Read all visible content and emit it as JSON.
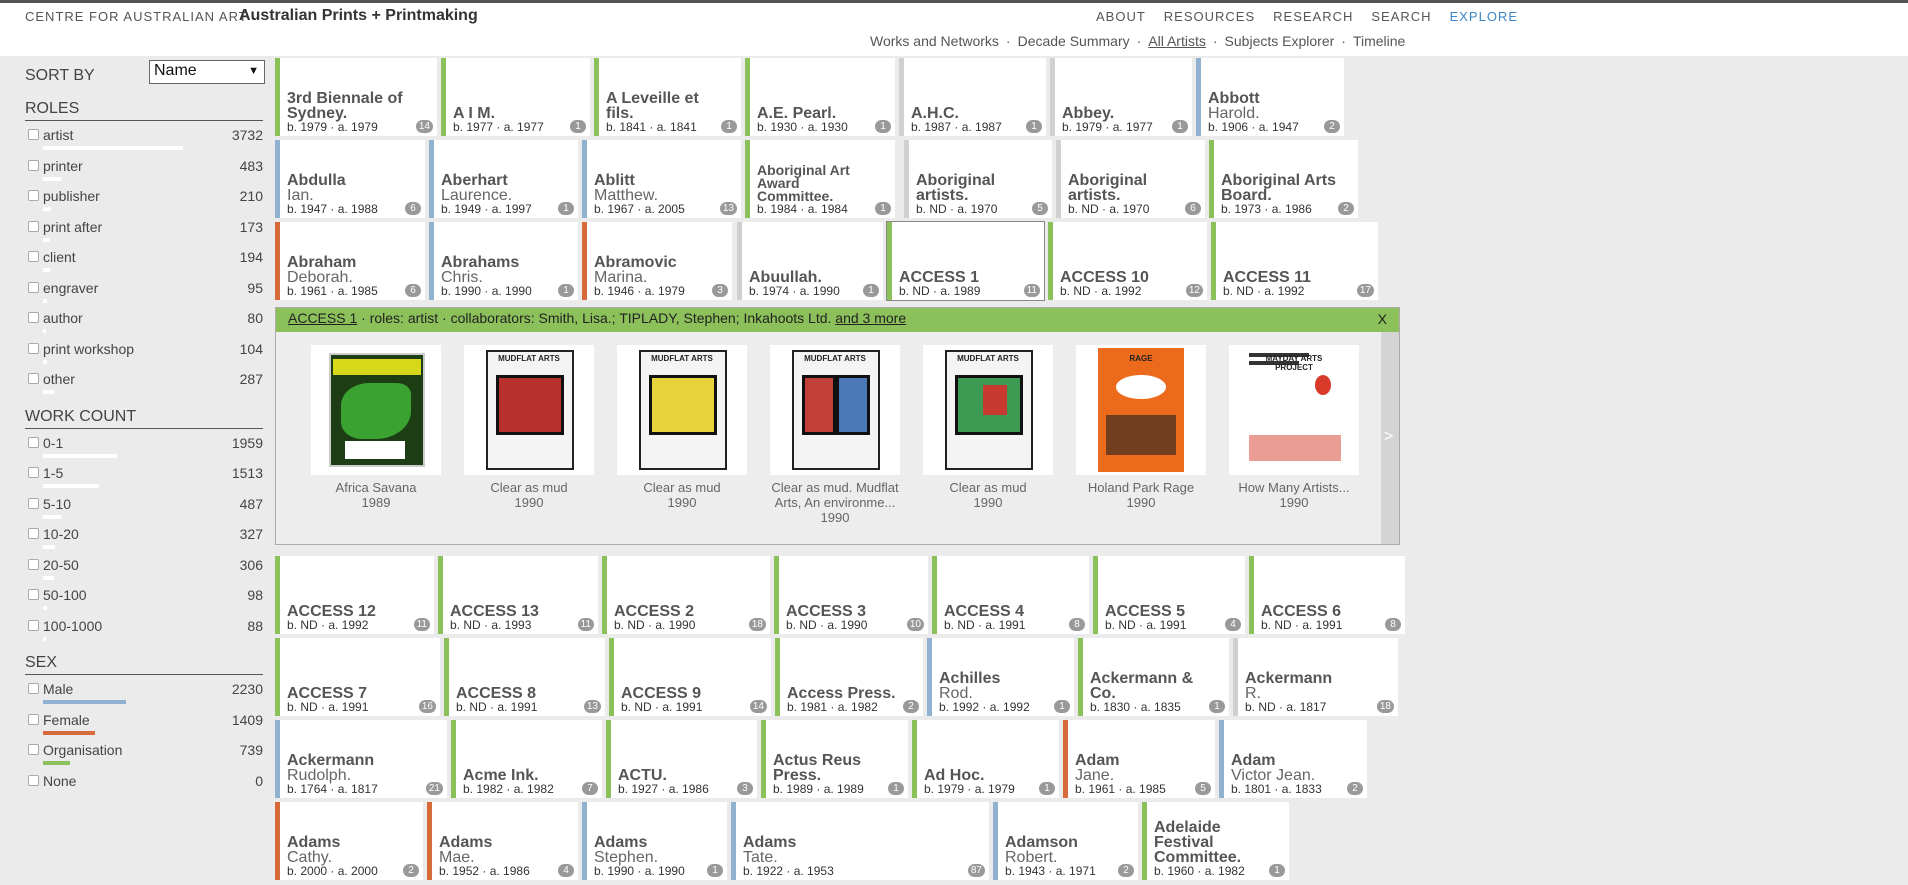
{
  "header": {
    "site": "CENTRE FOR AUSTRALIAN ART",
    "title": "Australian Prints + Printmaking",
    "nav": [
      "ABOUT",
      "RESOURCES",
      "RESEARCH",
      "SEARCH",
      "EXPLORE"
    ],
    "subnav": [
      "Works and Networks",
      "Decade Summary",
      "All Artists",
      "Subjects Explorer",
      "Timeline"
    ]
  },
  "sidebar": {
    "sort_label": "SORT BY",
    "sort_value": "Name",
    "roles": {
      "title": "ROLES",
      "items": [
        {
          "label": "artist",
          "count": "3732",
          "frac": 0.62
        },
        {
          "label": "printer",
          "count": "483",
          "frac": 0.08
        },
        {
          "label": "publisher",
          "count": "210",
          "frac": 0.035
        },
        {
          "label": "print after",
          "count": "173",
          "frac": 0.03
        },
        {
          "label": "client",
          "count": "194",
          "frac": 0.032
        },
        {
          "label": "engraver",
          "count": "95",
          "frac": 0.016
        },
        {
          "label": "author",
          "count": "80",
          "frac": 0.013
        },
        {
          "label": "print workshop",
          "count": "104",
          "frac": 0.017
        },
        {
          "label": "other",
          "count": "287",
          "frac": 0.048
        }
      ]
    },
    "work_count": {
      "title": "WORK COUNT",
      "items": [
        {
          "label": "0-1",
          "count": "1959",
          "frac": 0.33
        },
        {
          "label": "1-5",
          "count": "1513",
          "frac": 0.25
        },
        {
          "label": "5-10",
          "count": "487",
          "frac": 0.08
        },
        {
          "label": "10-20",
          "count": "327",
          "frac": 0.055
        },
        {
          "label": "20-50",
          "count": "306",
          "frac": 0.05
        },
        {
          "label": "50-100",
          "count": "98",
          "frac": 0.016
        },
        {
          "label": "100-1000",
          "count": "88",
          "frac": 0.015
        }
      ]
    },
    "sex": {
      "title": "SEX",
      "items": [
        {
          "label": "Male",
          "count": "2230",
          "frac": 0.37,
          "color": "#90b2d0"
        },
        {
          "label": "Female",
          "count": "1409",
          "frac": 0.23,
          "color": "#d66a3a"
        },
        {
          "label": "Organisation",
          "count": "739",
          "frac": 0.12,
          "color": "#8cc05a"
        },
        {
          "label": "None",
          "count": "0",
          "frac": 0,
          "color": "#cccccc"
        }
      ]
    }
  },
  "colors": {
    "male": "#90b2d0",
    "female": "#d66a3a",
    "organisation": "#8cc05a",
    "none": "#d0d0d0",
    "explore": "#3a86c8"
  },
  "artists_top": [
    {
      "name": [
        "3rd Biennale of",
        "Sydney."
      ],
      "dates": "b. 1979 · a. 1979",
      "count": "14",
      "sex": "o"
    },
    {
      "name": [
        "A I M."
      ],
      "dates": "b. 1977 · a. 1977",
      "count": "1",
      "sex": "o"
    },
    {
      "name": [
        "A Leveille et",
        "fils."
      ],
      "dates": "b. 1841 · a. 1841",
      "count": "1",
      "sex": "o"
    },
    {
      "name": [
        "A.E. Pearl."
      ],
      "dates": "b. 1930 · a. 1930",
      "count": "1",
      "sex": "o"
    },
    {
      "name": [
        "A.H.C."
      ],
      "dates": "b. 1987 · a. 1987",
      "count": "1",
      "sex": "n"
    },
    {
      "name": [
        "Abbey."
      ],
      "dates": "b. 1979 · a. 1977",
      "count": "1",
      "sex": "n"
    },
    {
      "name": [
        "Abbott"
      ],
      "given": "Harold.",
      "dates": "b. 1906 · a. 1947",
      "count": "2",
      "sex": "m"
    },
    {
      "name": [
        "Abdulla"
      ],
      "given": "Ian.",
      "dates": "b. 1947 · a. 1988",
      "count": "6",
      "sex": "m"
    },
    {
      "name": [
        "Aberhart"
      ],
      "given": "Laurence.",
      "dates": "b. 1949 · a. 1997",
      "count": "1",
      "sex": "m"
    },
    {
      "name": [
        "Ablitt"
      ],
      "given": "Matthew.",
      "dates": "b. 1967 · a. 2005",
      "count": "13",
      "sex": "m"
    },
    {
      "name": [
        "Aboriginal Art",
        "Award",
        "Committee."
      ],
      "dates": "b. 1984 · a. 1984",
      "count": "1",
      "sex": "o",
      "small": true
    },
    {
      "name": [
        "Aboriginal",
        "artists."
      ],
      "dates": "b. ND · a. 1970",
      "count": "5",
      "sex": "n"
    },
    {
      "name": [
        "Aboriginal",
        "artists."
      ],
      "dates": "b. ND · a. 1970",
      "count": "6",
      "sex": "n"
    },
    {
      "name": [
        "Aboriginal Arts",
        "Board."
      ],
      "dates": "b. 1973 · a. 1986",
      "count": "2",
      "sex": "o"
    },
    {
      "name": [
        "Abraham"
      ],
      "given": "Deborah.",
      "dates": "b. 1961 · a. 1985",
      "count": "6",
      "sex": "f"
    },
    {
      "name": [
        "Abrahams"
      ],
      "given": "Chris.",
      "dates": "b. 1990 · a. 1990",
      "count": "1",
      "sex": "m"
    },
    {
      "name": [
        "Abramovic"
      ],
      "given": "Marina.",
      "dates": "b. 1946 · a. 1979",
      "count": "3",
      "sex": "f"
    },
    {
      "name": [
        "Abuullah."
      ],
      "dates": "b. 1974 · a. 1990",
      "count": "1",
      "sex": "n"
    },
    {
      "name": [
        "ACCESS 1"
      ],
      "dates": "b. ND · a. 1989",
      "count": "11",
      "sex": "o",
      "selected": true
    },
    {
      "name": [
        "ACCESS 10"
      ],
      "dates": "b. ND · a. 1992",
      "count": "12",
      "sex": "o"
    },
    {
      "name": [
        "ACCESS 11"
      ],
      "dates": "b. ND · a. 1992",
      "count": "17",
      "sex": "o"
    }
  ],
  "detail": {
    "name": "ACCESS 1",
    "info": " · roles: artist · collaborators: Smith, Lisa.; TIPLADY, Stephen; Inkahoots Ltd. ",
    "more": "and 3 more",
    "close": "X",
    "next": ">",
    "works": [
      {
        "title": "Africa Savana",
        "year": "1989",
        "style": "savana"
      },
      {
        "title": "Clear as mud",
        "year": "1990",
        "style": "red",
        "thumb_text": "MUDFLAT ARTS"
      },
      {
        "title": "Clear as mud",
        "year": "1990",
        "style": "yellow",
        "thumb_text": "MUDFLAT ARTS"
      },
      {
        "title": "Clear as mud. Mudflat Arts, An environme...",
        "year": "1990",
        "style": "multi",
        "thumb_text": "MUDFLAT ARTS"
      },
      {
        "title": "Clear as mud",
        "year": "1990",
        "style": "green",
        "thumb_text": "MUDFLAT ARTS"
      },
      {
        "title": "Holand Park Rage",
        "year": "1990",
        "style": "orange",
        "thumb_text": "RAGE"
      },
      {
        "title": "How Many Artists...",
        "year": "1990",
        "style": "text",
        "thumb_text": "MAYDAY ARTS PROJECT"
      }
    ]
  },
  "artists_bottom": [
    {
      "name": [
        "ACCESS 12"
      ],
      "dates": "b. ND · a. 1992",
      "count": "11",
      "sex": "o"
    },
    {
      "name": [
        "ACCESS 13"
      ],
      "dates": "b. ND · a. 1993",
      "count": "11",
      "sex": "o"
    },
    {
      "name": [
        "ACCESS 2"
      ],
      "dates": "b. ND · a. 1990",
      "count": "18",
      "sex": "o"
    },
    {
      "name": [
        "ACCESS 3"
      ],
      "dates": "b. ND · a. 1990",
      "count": "10",
      "sex": "o"
    },
    {
      "name": [
        "ACCESS 4"
      ],
      "dates": "b. ND · a. 1991",
      "count": "8",
      "sex": "o"
    },
    {
      "name": [
        "ACCESS 5"
      ],
      "dates": "b. ND · a. 1991",
      "count": "4",
      "sex": "o"
    },
    {
      "name": [
        "ACCESS 6"
      ],
      "dates": "b. ND · a. 1991",
      "count": "8",
      "sex": "o"
    },
    {
      "name": [
        "ACCESS 7"
      ],
      "dates": "b. ND · a. 1991",
      "count": "16",
      "sex": "o"
    },
    {
      "name": [
        "ACCESS 8"
      ],
      "dates": "b. ND · a. 1991",
      "count": "13",
      "sex": "o"
    },
    {
      "name": [
        "ACCESS 9"
      ],
      "dates": "b. ND · a. 1991",
      "count": "14",
      "sex": "o"
    },
    {
      "name": [
        "Access Press."
      ],
      "dates": "b. 1981 · a. 1982",
      "count": "2",
      "sex": "o"
    },
    {
      "name": [
        "Achilles"
      ],
      "given": "Rod.",
      "dates": "b. 1992 · a. 1992",
      "count": "1",
      "sex": "m"
    },
    {
      "name": [
        "Ackermann &",
        "Co."
      ],
      "dates": "b. 1830 · a. 1835",
      "count": "1",
      "sex": "o"
    },
    {
      "name": [
        "Ackermann"
      ],
      "given": "R.",
      "dates": "b. ND · a. 1817",
      "count": "18",
      "sex": "n"
    },
    {
      "name": [
        "Ackermann"
      ],
      "given": "Rudolph.",
      "dates": "b. 1764 · a. 1817",
      "count": "21",
      "sex": "m"
    },
    {
      "name": [
        "Acme Ink."
      ],
      "dates": "b. 1982 · a. 1982",
      "count": "7",
      "sex": "o"
    },
    {
      "name": [
        "ACTU."
      ],
      "dates": "b. 1927 · a. 1986",
      "count": "3",
      "sex": "o"
    },
    {
      "name": [
        "Actus Reus",
        "Press."
      ],
      "dates": "b. 1989 · a. 1989",
      "count": "1",
      "sex": "o"
    },
    {
      "name": [
        "Ad Hoc."
      ],
      "dates": "b. 1979 · a. 1979",
      "count": "1",
      "sex": "o"
    },
    {
      "name": [
        "Adam"
      ],
      "given": "Jane.",
      "dates": "b. 1961 · a. 1985",
      "count": "5",
      "sex": "f"
    },
    {
      "name": [
        "Adam"
      ],
      "given": "Victor Jean.",
      "dates": "b. 1801 · a. 1833",
      "count": "2",
      "sex": "m"
    },
    {
      "name": [
        "Adams"
      ],
      "given": "Cathy.",
      "dates": "b. 2000 · a. 2000",
      "count": "2",
      "sex": "f"
    },
    {
      "name": [
        "Adams"
      ],
      "given": "Mae.",
      "dates": "b. 1952 · a. 1986",
      "count": "4",
      "sex": "f"
    },
    {
      "name": [
        "Adams"
      ],
      "given": "Stephen.",
      "dates": "b. 1990 · a. 1990",
      "count": "1",
      "sex": "m"
    },
    {
      "name": [
        "Adams"
      ],
      "given": "Tate.",
      "dates": "b. 1922 · a. 1953",
      "count": "87",
      "sex": "m"
    },
    {
      "name": [
        "Adamson"
      ],
      "given": "Robert.",
      "dates": "b. 1943 · a. 1971",
      "count": "2",
      "sex": "m"
    },
    {
      "name": [
        "Adelaide",
        "Festival",
        "Committee."
      ],
      "dates": "b. 1960 · a. 1982",
      "count": "1",
      "sex": "o"
    }
  ]
}
